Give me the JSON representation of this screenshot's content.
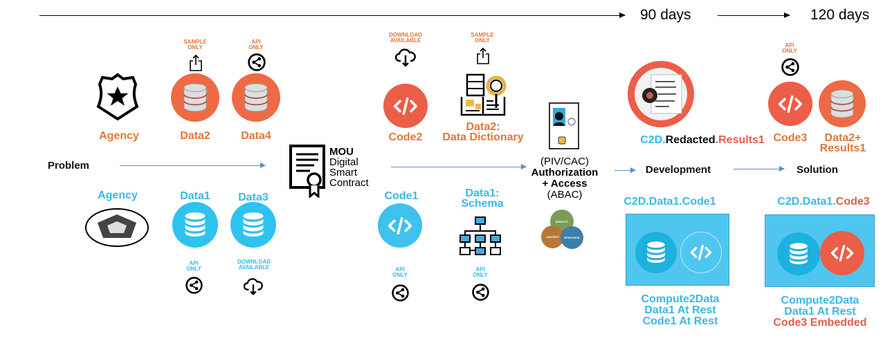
{
  "timeline": {
    "mark1": "90 days",
    "mark2": "120 days"
  },
  "colors": {
    "orange": "#EE6A45",
    "blue": "#2EC3EF",
    "red": "#EB5E47",
    "box": "#4FC6F0"
  },
  "top": {
    "agency": "Agency",
    "data2": "Data2",
    "data4": "Data4",
    "data2_note": [
      "SAMPLE",
      "ONLY"
    ],
    "data4_note": [
      "API",
      "ONLY"
    ],
    "code2": "Code2",
    "code2_note": [
      "DOWNLOAD",
      "AVAILABLE"
    ],
    "dict_note": [
      "SAMPLE",
      "ONLY"
    ],
    "dict": [
      "Data2:",
      "Data Dictionary"
    ],
    "redacted": {
      "p1": "C2D.",
      "p2": "Redacted",
      "p3": ".Results1"
    },
    "code3": "Code3",
    "code3_note": [
      "API",
      "ONLY"
    ],
    "data2plus": [
      "Data2+",
      "Results1"
    ]
  },
  "flow": {
    "problem": "Problem",
    "mou": [
      "MOU",
      "Digital",
      "Smart",
      "Contract"
    ],
    "auth": [
      "(PIV/CAC)",
      "Authorization",
      "+ Access",
      "(ABAC)"
    ],
    "development": "Development",
    "solution": "Solution"
  },
  "bottom": {
    "agency": "Agency",
    "data1": "Data1",
    "data3": "Data3",
    "data1_note": [
      "API",
      "ONLY"
    ],
    "data3_note": [
      "DOWNLOAD",
      "AVAILABLE"
    ],
    "code1": "Code1",
    "code1_note": [
      "API",
      "ONLY"
    ],
    "schema": [
      "Data1:",
      "Schema"
    ],
    "schema_note": [
      "API",
      "ONLY"
    ],
    "venn": [
      "IDENTITY",
      "CONTEXT",
      "RESOURCE"
    ],
    "dev_title": "C2D.Data1.Code1",
    "dev_caption": [
      "Compute2Data",
      "Data1 At Rest",
      "Code1 At Rest"
    ],
    "sol_title": {
      "p1": "C2D.Data1.",
      "p2": "Code3"
    },
    "sol_caption": [
      "Compute2Data",
      "Data1 At Rest",
      "Code3 Embedded"
    ]
  }
}
